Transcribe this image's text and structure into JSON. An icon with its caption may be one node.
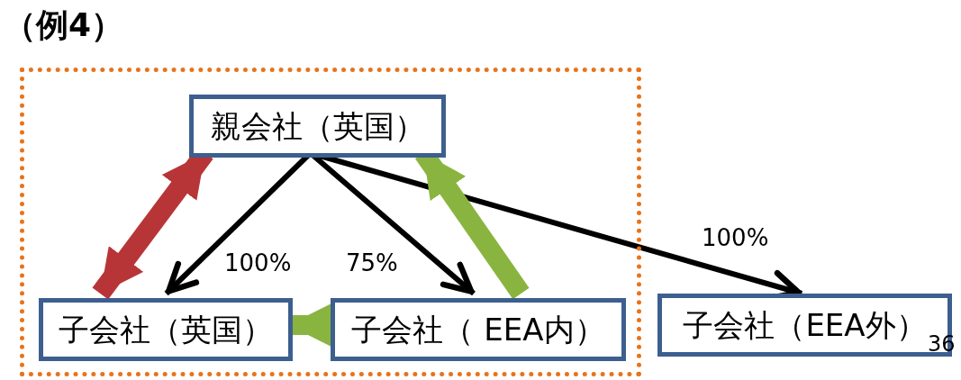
{
  "diagram": {
    "title": "（例4）",
    "nodes": [
      {
        "text": [],
        "shape": "box"
      },
      {
        "text": [
          "親会社（英国）"
        ],
        "in": 0
      },
      {
        "text": [
          "子会社（英国）"
        ],
        "in": 0
      },
      {
        "text": [
          "子会社（ EEA内）"
        ],
        "in": 0
      },
      {
        "text": [
          "子会社（EEA外）"
        ]
      }
    ],
    "edges": [
      {
        "from": 1,
        "to": 2,
        "arrow": "to",
        "label": "100%",
        "color": "#000000"
      },
      {
        "from": 1,
        "to": 3,
        "arrow": "to",
        "label": "75%",
        "color": "#000000"
      },
      {
        "from": 1,
        "to": 4,
        "arrow": "to",
        "label": "100%",
        "color": "#000000"
      },
      {
        "from": 2,
        "to": 1,
        "arrow": "both",
        "style": "thick",
        "color": "#b83537"
      },
      {
        "from": 3,
        "to": 1,
        "arrow": "to",
        "style": "thick",
        "color": "#8ab440"
      },
      {
        "from": 3,
        "to": 2,
        "arrow": "to",
        "style": "thick",
        "color": "#8ab440"
      }
    ],
    "labels": [
      "36"
    ]
  }
}
